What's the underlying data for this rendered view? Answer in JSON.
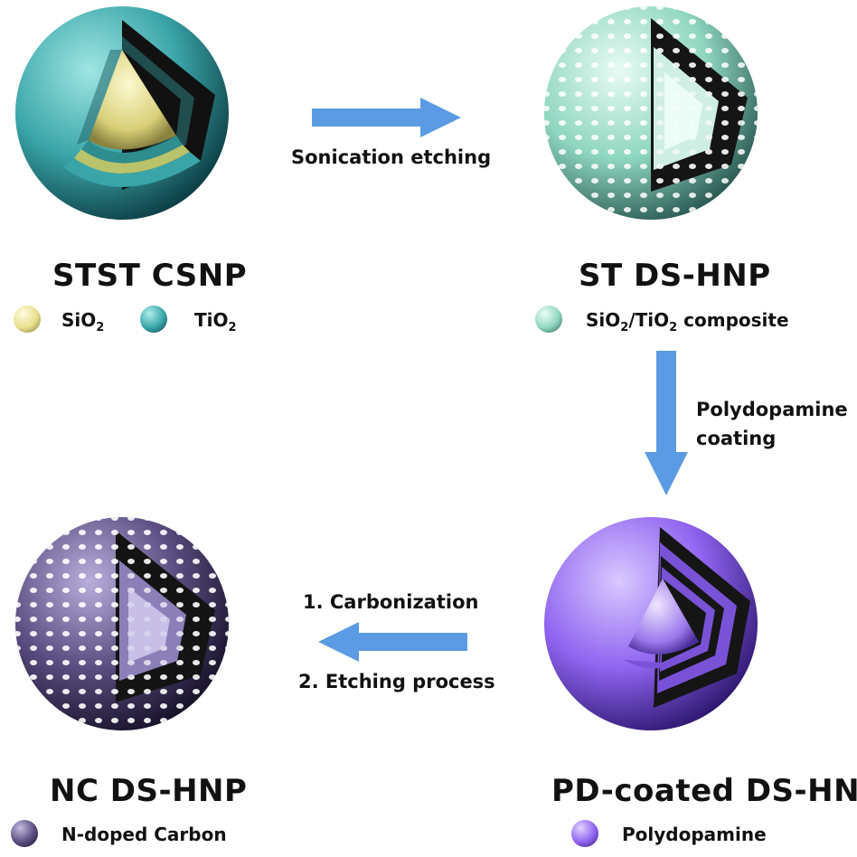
{
  "colors": {
    "arrow": "#5b9be3",
    "sio2": "#e8df8c",
    "tio2": "#3aa5a8",
    "composite": "#8fd6c0",
    "carbon": "#5a4c80",
    "polydopamine": "#8f63f0"
  },
  "stages": {
    "stst": {
      "title": "STST CSNP",
      "legend": [
        {
          "label": "SiO",
          "sub": "2"
        },
        {
          "label": "TiO",
          "sub": "2"
        }
      ]
    },
    "st": {
      "title": "ST DS-HNP",
      "legend": [
        {
          "label": "SiO",
          "sub": "2",
          "rest": "/TiO",
          "sub2": "2",
          "tail": " composite"
        }
      ]
    },
    "pd": {
      "title": "PD-coated DS-HNP",
      "legend": [
        {
          "label": "Polydopamine"
        }
      ]
    },
    "nc": {
      "title": "NC DS-HNP",
      "legend": [
        {
          "label": "N-doped Carbon"
        }
      ]
    }
  },
  "steps": {
    "sonication": "Sonication etching",
    "polydopamine_line1": "Polydopamine",
    "polydopamine_line2": "coating",
    "carbonization": "1. Carbonization",
    "etching": "2. Etching process"
  }
}
